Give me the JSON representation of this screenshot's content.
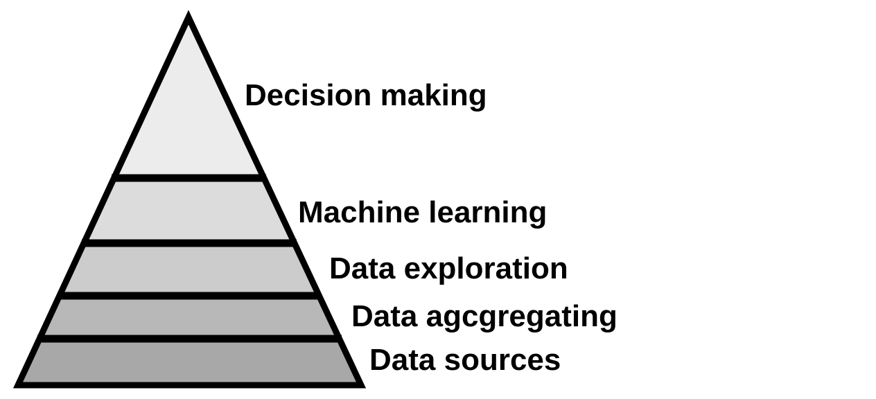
{
  "diagram": {
    "type": "pyramid",
    "background": "#ffffff",
    "outline_color": "#000000",
    "text_color": "#000000",
    "levels": [
      {
        "label": "Decision making",
        "fill": "#ececec"
      },
      {
        "label": "Machine learning",
        "fill": "#dcdcdc"
      },
      {
        "label": "Data exploration",
        "fill": "#cccccc"
      },
      {
        "label": "Data agcgregating",
        "fill": "#b8b8b8"
      },
      {
        "label": "Data sources",
        "fill": "#a8a8a8"
      }
    ]
  }
}
